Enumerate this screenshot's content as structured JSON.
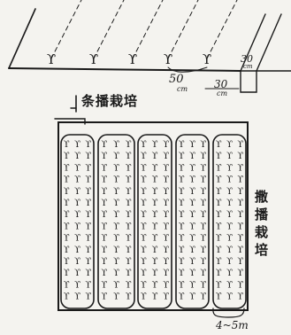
{
  "labels": {
    "row_sowing": "条播栽培",
    "broadcast_sowing": "撒播栽培"
  },
  "measurements": {
    "row_spacing": "50",
    "row_spacing_unit": "cm",
    "row_width": "30",
    "row_width_unit": "cm",
    "ridge_depth": "30",
    "ridge_depth_unit": "cm",
    "bed_width": "4~5m"
  },
  "seedling_glyph": "ϒ",
  "colors": {
    "ink": "#1a1a1a",
    "paper": "#f4f3ef"
  }
}
